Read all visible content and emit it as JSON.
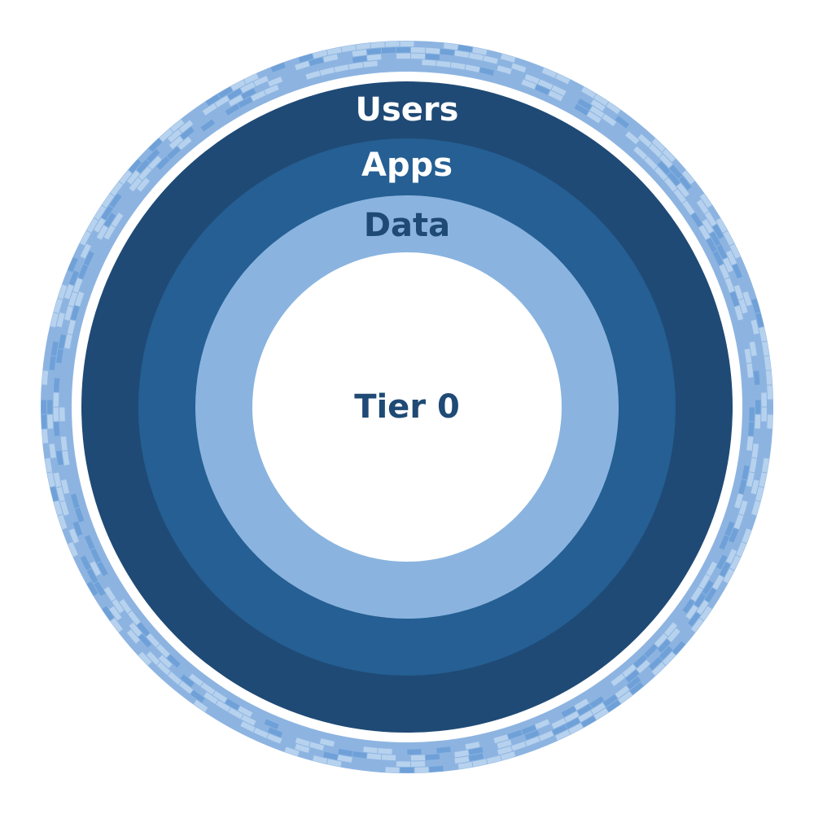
{
  "colors": {
    "background": "#ffffff",
    "wall_light": "#b7d2ee",
    "wall_mid": "#8db4e1",
    "wall_dark": "#6fa1d8",
    "users_ring": "#1f4a75",
    "apps_ring": "#255f93",
    "data_ring": "#8ab4df",
    "core": "#ffffff",
    "label_light": "#ffffff",
    "label_dark": "#1f4a75"
  },
  "rings": {
    "users": {
      "label": "Users"
    },
    "apps": {
      "label": "Apps"
    },
    "data": {
      "label": "Data"
    },
    "core": {
      "label": "Tier 0"
    }
  }
}
